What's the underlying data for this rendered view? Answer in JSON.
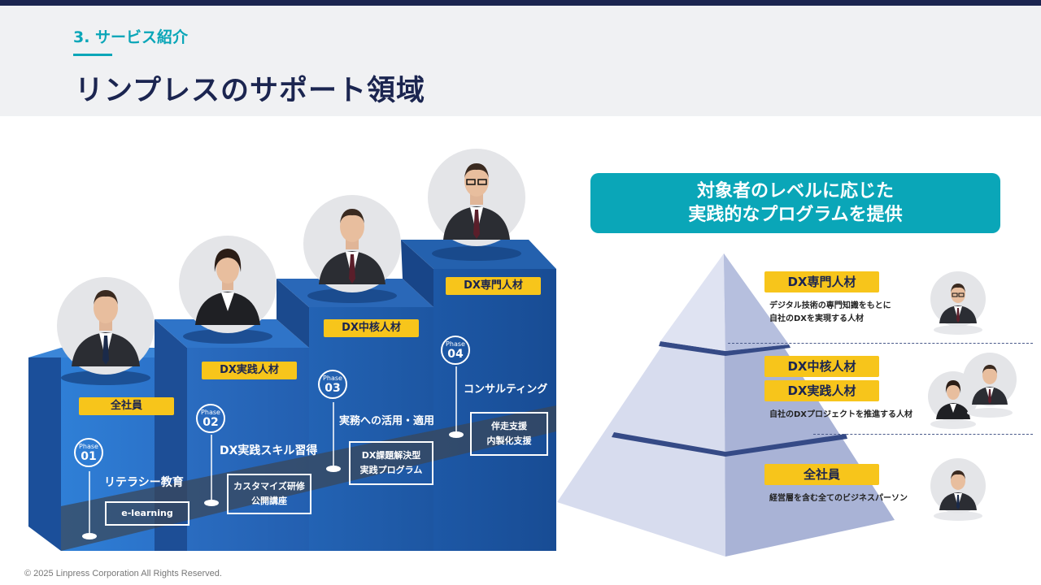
{
  "header": {
    "section": "3. サービス紹介",
    "title": "リンプレスのサポート領域"
  },
  "stairs": {
    "steps": [
      {
        "tag": "全社員",
        "phase_word": "Phase",
        "phase_num": "01",
        "title": "リテラシー教育",
        "box": [
          "e-learning"
        ]
      },
      {
        "tag": "DX実践人材",
        "phase_word": "Phase",
        "phase_num": "02",
        "title": "DX実践スキル習得",
        "box": [
          "カスタマイズ研修",
          "公開講座"
        ]
      },
      {
        "tag": "DX中核人材",
        "phase_word": "Phase",
        "phase_num": "03",
        "title": "実務への活用・適用",
        "box": [
          "DX課題解決型",
          "実践プログラム"
        ]
      },
      {
        "tag": "DX専門人材",
        "phase_word": "Phase",
        "phase_num": "04",
        "title": "コンサルティング",
        "box": [
          "伴走支援",
          "内製化支援"
        ]
      }
    ]
  },
  "banner": {
    "line1": "対象者のレベルに応じた",
    "line2": "実践的なプログラムを提供"
  },
  "pyramid": {
    "top": {
      "tag": "DX専門人材",
      "desc": [
        "デジタル技術の専門知識をもとに",
        "自社のDXを実現する人材"
      ]
    },
    "middle": {
      "tags": [
        "DX中核人材",
        "DX実践人材"
      ],
      "desc": [
        "自社のDXプロジェクトを推進する人材"
      ]
    },
    "bottom": {
      "tag": "全社員",
      "desc": [
        "経営層を含む全てのビジネスパーソン"
      ]
    }
  },
  "footer": "© 2025 Linpress Corporation All Rights Reserved.",
  "colors": {
    "navy": "#1b2550",
    "teal": "#0aa6b8",
    "yellow": "#f7c51b",
    "blue": "#1f5fb0"
  }
}
